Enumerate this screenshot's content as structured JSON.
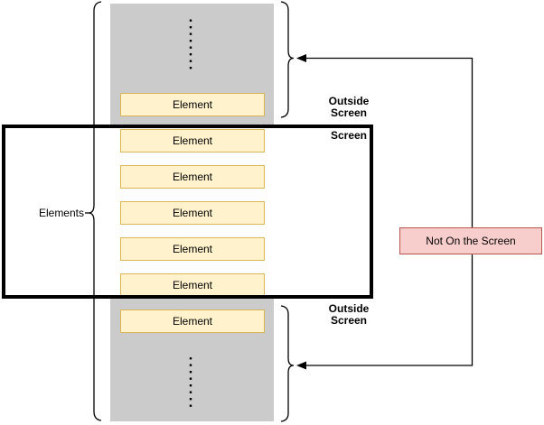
{
  "colors": {
    "element_fill": "#FFF2CC",
    "element_border": "#D6B656",
    "list_fill": "#CBCBCB",
    "note_fill": "#F8CECC",
    "note_border": "#B85450",
    "screen_border": "#000000",
    "line": "#000000"
  },
  "list": {
    "items": [
      {
        "label": "Element"
      },
      {
        "label": "Element"
      },
      {
        "label": "Element"
      },
      {
        "label": "Element"
      },
      {
        "label": "Element"
      },
      {
        "label": "Element"
      },
      {
        "label": "Element"
      }
    ]
  },
  "labels": {
    "elements_group": "Elements",
    "outside_screen_top": "Outside\nScreen",
    "screen": "Screen",
    "outside_screen_bottom": "Outside\nScreen",
    "note": "Not On the Screen"
  }
}
